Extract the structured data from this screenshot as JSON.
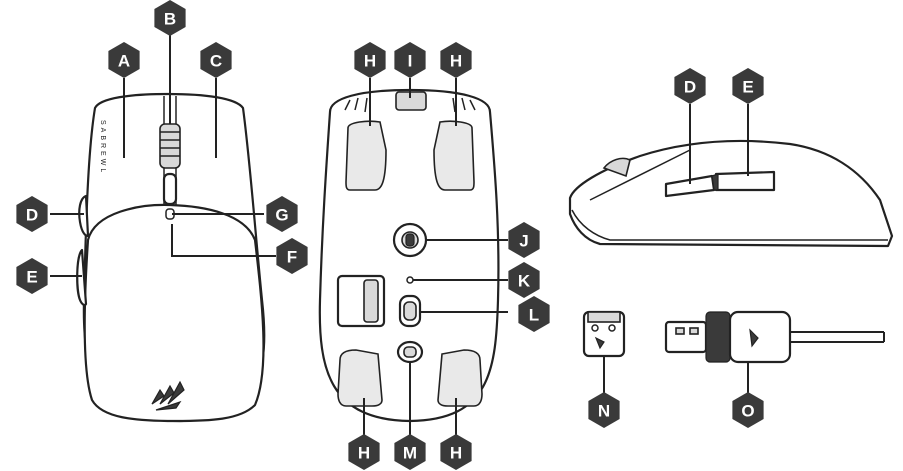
{
  "callouts": {
    "A": "A",
    "B": "B",
    "C": "C",
    "D": "D",
    "E": "E",
    "F": "F",
    "G": "G",
    "H": "H",
    "I": "I",
    "J": "J",
    "K": "K",
    "L": "L",
    "M": "M",
    "N": "N",
    "O": "O"
  },
  "mouse_top": {
    "side_text": "SABREWL"
  },
  "colors": {
    "callout_fill": "#3a3a3a",
    "callout_text": "#ffffff",
    "outline": "#222222"
  }
}
